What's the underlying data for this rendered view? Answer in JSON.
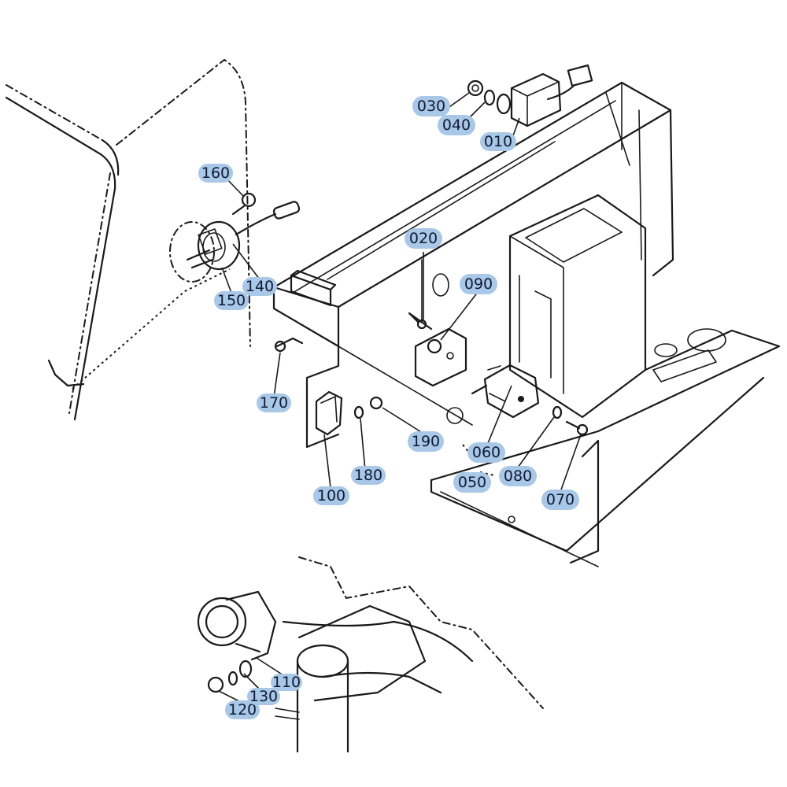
{
  "diagram": {
    "colors": {
      "line": "#1a1a1a",
      "callout_fill": "#a9c7e6",
      "callout_text": "#101a36",
      "background": "#ffffff"
    },
    "callouts": {
      "p010": "010",
      "p020": "020",
      "p030": "030",
      "p040": "040",
      "p050": "050",
      "p060": "060",
      "p070": "070",
      "p080": "080",
      "p090": "090",
      "p100": "100",
      "p110": "110",
      "p120": "120",
      "p130": "130",
      "p140": "140",
      "p150": "150",
      "p160": "160",
      "p170": "170",
      "p180": "180",
      "p190": "190"
    }
  }
}
